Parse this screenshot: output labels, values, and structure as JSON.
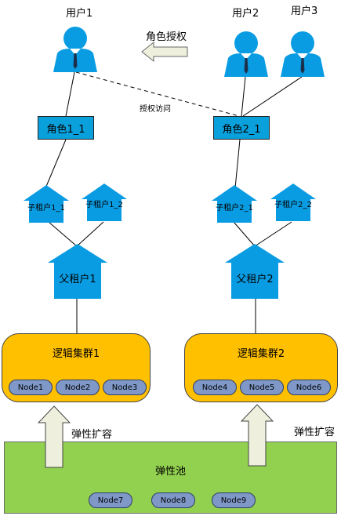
{
  "users": [
    {
      "id": "user1",
      "label": "用户1"
    },
    {
      "id": "user2",
      "label": "用户2"
    },
    {
      "id": "user3",
      "label": "用户3"
    }
  ],
  "grant_label": "角色授权",
  "access_label": "授权访问",
  "roles": [
    {
      "id": "role1",
      "label": "角色1_1"
    },
    {
      "id": "role2",
      "label": "角色2_1"
    }
  ],
  "sub_tenants": [
    {
      "id": "sub1",
      "label": "子租户1_1"
    },
    {
      "id": "sub2",
      "label": "子租户1_2"
    },
    {
      "id": "sub3",
      "label": "子租户2_1"
    },
    {
      "id": "sub4",
      "label": "子租户2_2"
    }
  ],
  "parent_tenants": [
    {
      "id": "parent1",
      "label": "父租户1"
    },
    {
      "id": "parent2",
      "label": "父租户2"
    }
  ],
  "clusters": [
    {
      "id": "cluster1",
      "label": "逻辑集群1",
      "nodes": [
        "Node1",
        "Node2",
        "Node3"
      ]
    },
    {
      "id": "cluster2",
      "label": "逻辑集群2",
      "nodes": [
        "Node4",
        "Node5",
        "Node6"
      ]
    }
  ],
  "expand_label": "弹性扩容",
  "pool": {
    "label": "弹性池",
    "nodes": [
      "Node7",
      "Node8",
      "Node9"
    ]
  },
  "colors": {
    "person": "#0a9ce2",
    "role": "#0aa0dc",
    "tenant": "#0aa0dc",
    "cluster": "#ffc000",
    "node": "#7f98c8",
    "pool": "#92d050",
    "arrow": "#eef0dd"
  }
}
